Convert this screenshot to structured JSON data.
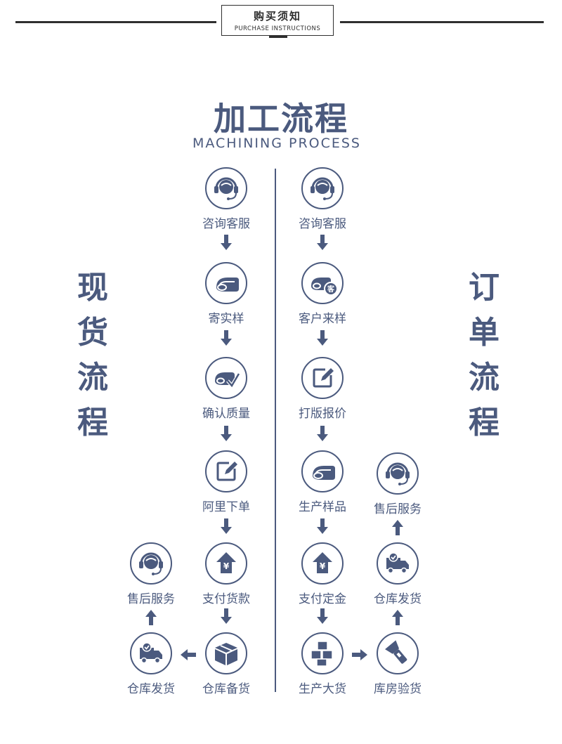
{
  "header": {
    "title_cn": "购买须知",
    "title_en": "PURCHASE INSTRUCTIONS"
  },
  "title": {
    "cn": "加工流程",
    "en": "MACHINING PROCESS"
  },
  "left_title": [
    "现",
    "货",
    "流",
    "程"
  ],
  "right_title": [
    "订",
    "单",
    "流",
    "程"
  ],
  "stock_flow": [
    {
      "label": "咨询客服",
      "icon": "headset-icon"
    },
    {
      "label": "寄实样",
      "icon": "fabric-roll-icon"
    },
    {
      "label": "确认质量",
      "icon": "fabric-check-icon"
    },
    {
      "label": "阿里下单",
      "icon": "edit-icon"
    },
    {
      "label": "支付货款",
      "icon": "yen-upload-icon"
    },
    {
      "label": "仓库备货",
      "icon": "box-icon"
    },
    {
      "label": "仓库发货",
      "icon": "truck-icon"
    },
    {
      "label": "售后服务",
      "icon": "headset-icon"
    }
  ],
  "order_flow": [
    {
      "label": "咨询客服",
      "icon": "headset-icon"
    },
    {
      "label": "客户来样",
      "icon": "fabric-customer-icon"
    },
    {
      "label": "打版报价",
      "icon": "edit-icon"
    },
    {
      "label": "生产样品",
      "icon": "fabric-roll-icon"
    },
    {
      "label": "支付定金",
      "icon": "yen-upload-icon"
    },
    {
      "label": "生产大货",
      "icon": "boxes-icon"
    },
    {
      "label": "库房验货",
      "icon": "flashlight-icon"
    },
    {
      "label": "仓库发货",
      "icon": "truck-icon"
    },
    {
      "label": "售后服务",
      "icon": "headset-icon"
    }
  ],
  "colors": {
    "accent": "#4b5a7e",
    "header": "#2f2f2f"
  },
  "badge": "客"
}
